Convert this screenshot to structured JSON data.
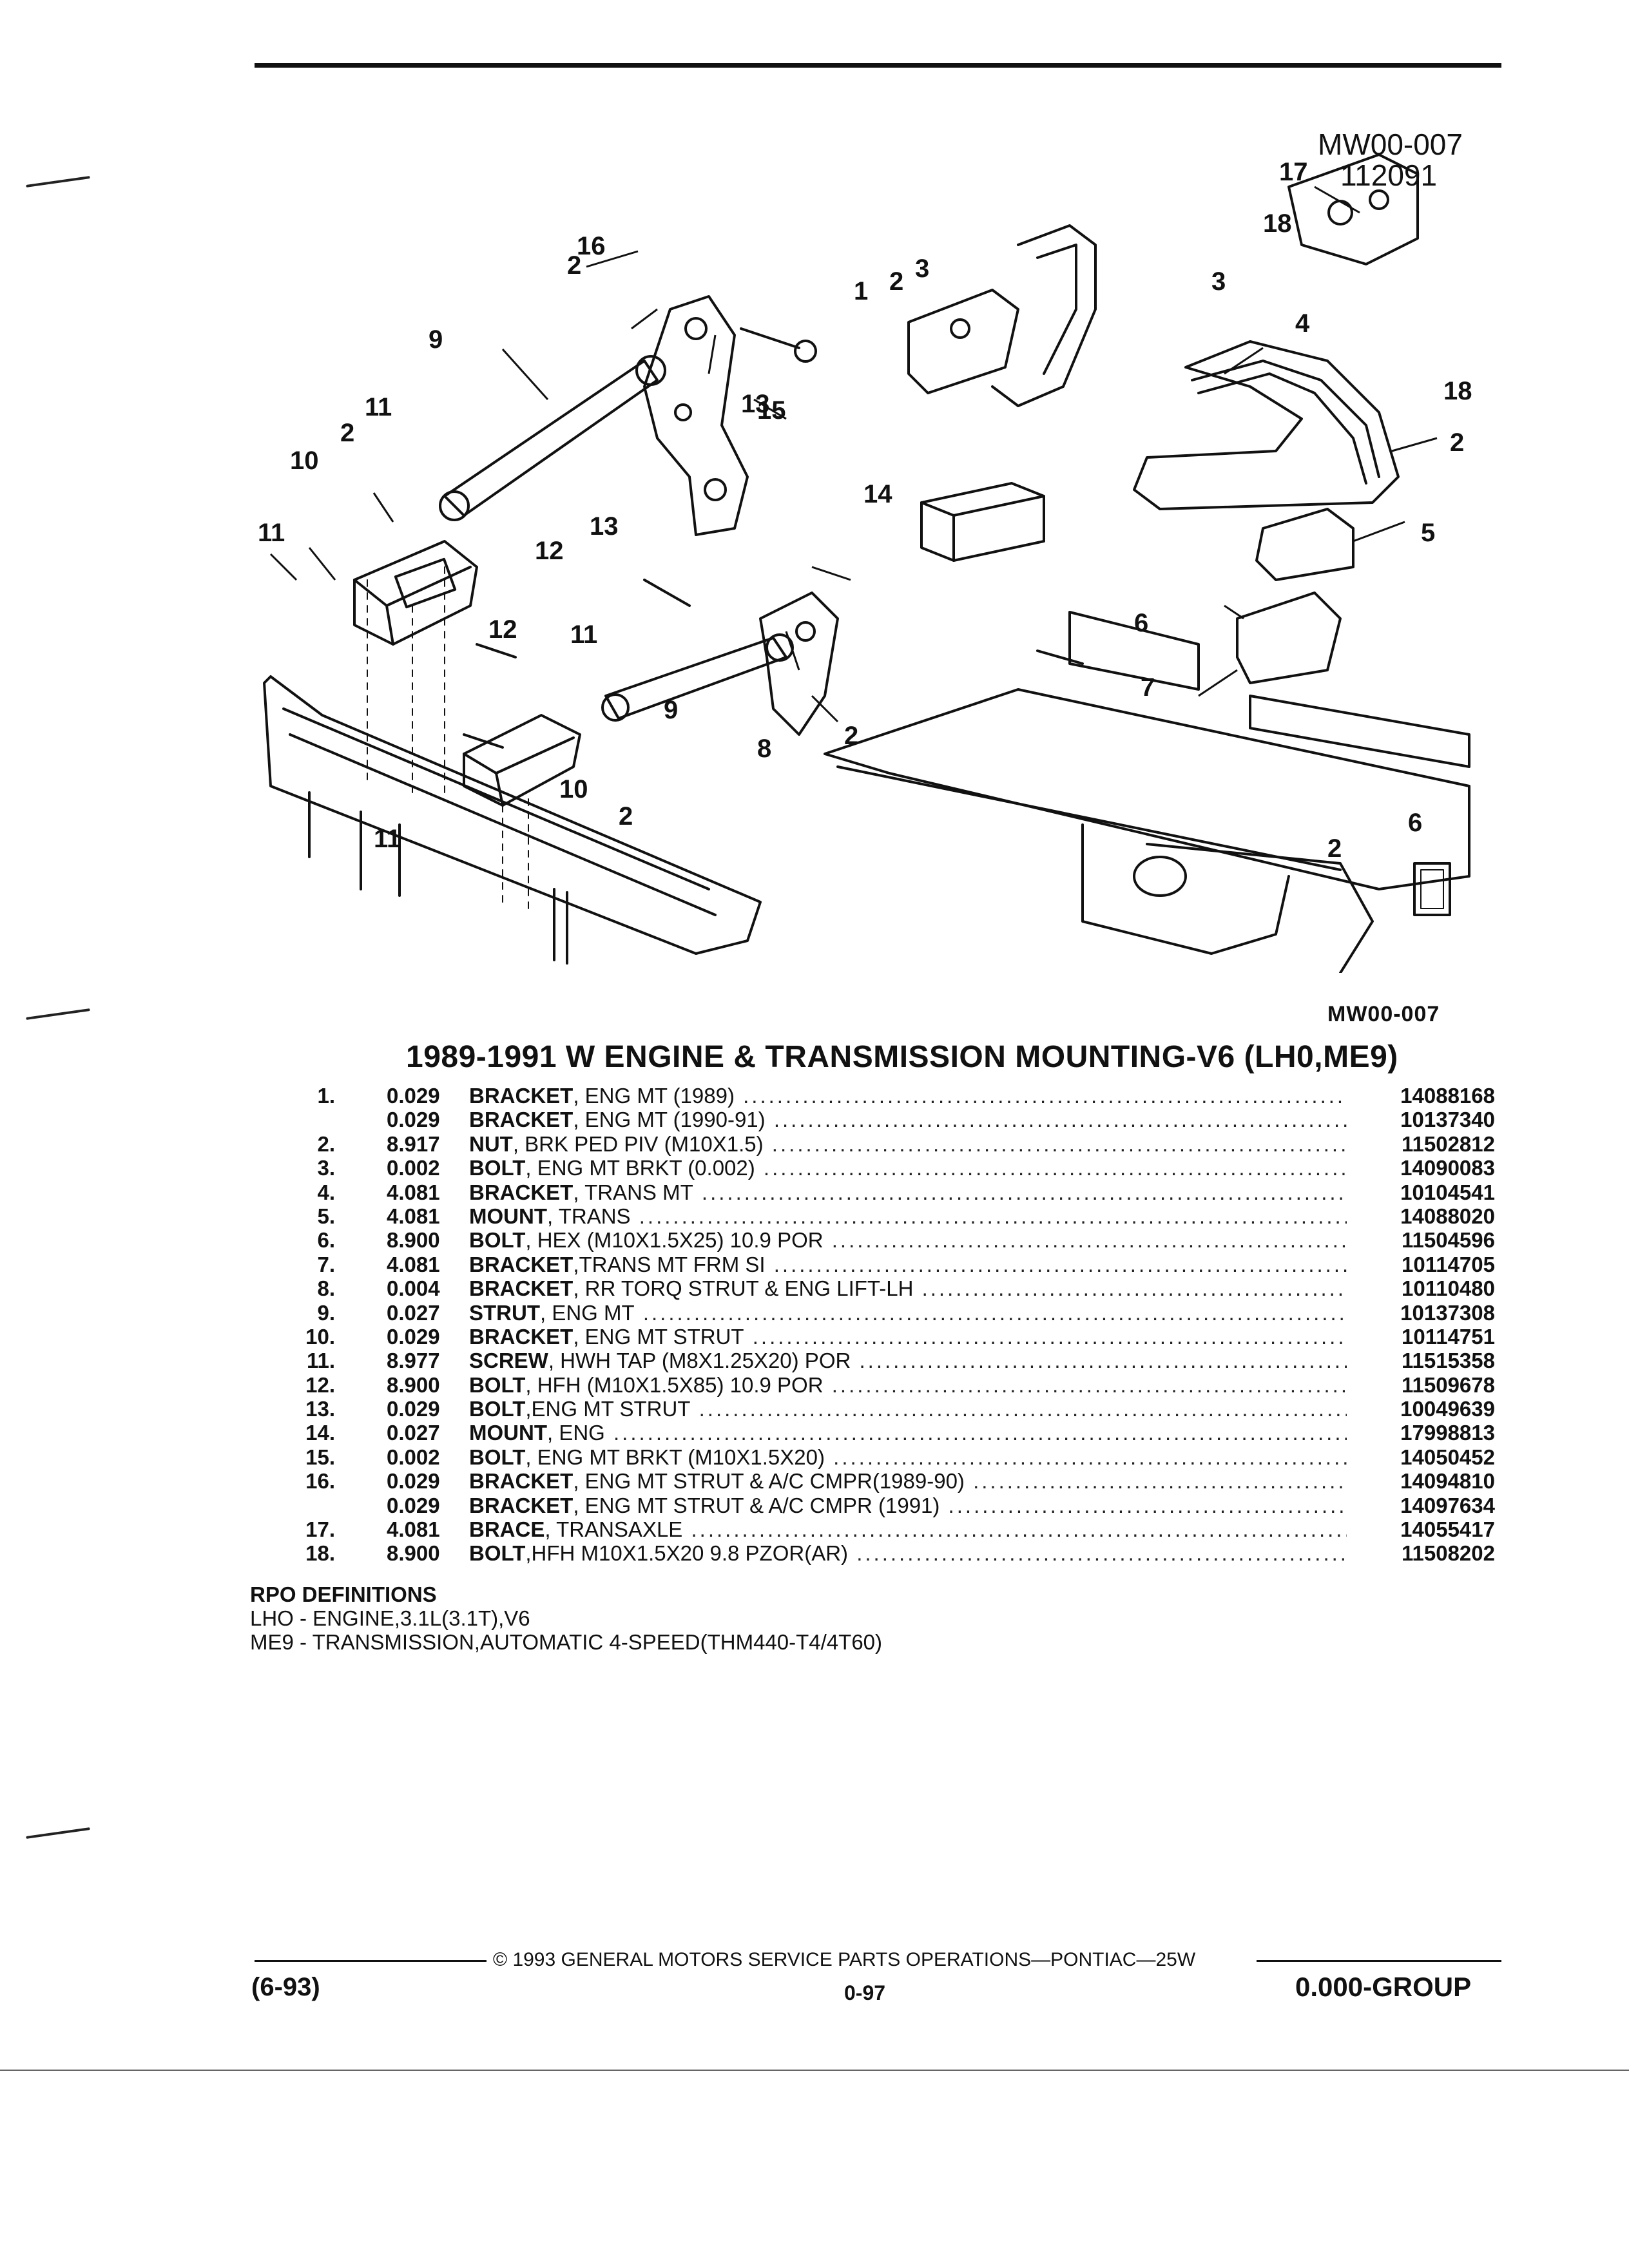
{
  "figure": {
    "id_line1": "MW00-007",
    "id_line2": "112091",
    "callouts": [
      "1",
      "2",
      "3",
      "4",
      "5",
      "6",
      "7",
      "8",
      "9",
      "10",
      "11",
      "12",
      "13",
      "14",
      "15",
      "16",
      "17",
      "18"
    ]
  },
  "reference_code": "MW00-007",
  "title": "1989-1991 W ENGINE & TRANSMISSION MOUNTING-V6 (LH0,ME9)",
  "parts": [
    {
      "num": "1.",
      "code": "0.029",
      "name": "BRACKET",
      "spec": ", ENG MT (1989)",
      "part_no": "14088168"
    },
    {
      "num": "",
      "code": "0.029",
      "name": "BRACKET",
      "spec": ", ENG MT (1990-91)",
      "part_no": "10137340"
    },
    {
      "num": "2.",
      "code": "8.917",
      "name": "NUT",
      "spec": ", BRK PED PIV (M10X1.5)",
      "part_no": "11502812"
    },
    {
      "num": "3.",
      "code": "0.002",
      "name": "BOLT",
      "spec": ", ENG MT BRKT (0.002)",
      "part_no": "14090083"
    },
    {
      "num": "4.",
      "code": "4.081",
      "name": "BRACKET",
      "spec": ", TRANS MT",
      "part_no": "10104541"
    },
    {
      "num": "5.",
      "code": "4.081",
      "name": "MOUNT",
      "spec": ", TRANS",
      "part_no": "14088020"
    },
    {
      "num": "6.",
      "code": "8.900",
      "name": "BOLT",
      "spec": ", HEX (M10X1.5X25) 10.9 POR",
      "part_no": "11504596"
    },
    {
      "num": "7.",
      "code": "4.081",
      "name": "BRACKET",
      "spec": ",TRANS MT FRM SI",
      "part_no": "10114705"
    },
    {
      "num": "8.",
      "code": "0.004",
      "name": "BRACKET",
      "spec": ", RR TORQ STRUT & ENG LIFT-LH",
      "part_no": "10110480"
    },
    {
      "num": "9.",
      "code": "0.027",
      "name": "STRUT",
      "spec": ", ENG MT",
      "part_no": "10137308"
    },
    {
      "num": "10.",
      "code": "0.029",
      "name": "BRACKET",
      "spec": ", ENG MT STRUT",
      "part_no": "10114751"
    },
    {
      "num": "11.",
      "code": "8.977",
      "name": "SCREW",
      "spec": ", HWH TAP (M8X1.25X20) POR",
      "part_no": "11515358"
    },
    {
      "num": "12.",
      "code": "8.900",
      "name": "BOLT",
      "spec": ", HFH (M10X1.5X85) 10.9 POR",
      "part_no": "11509678"
    },
    {
      "num": "13.",
      "code": "0.029",
      "name": "BOLT",
      "spec": ",ENG MT STRUT",
      "part_no": "10049639"
    },
    {
      "num": "14.",
      "code": "0.027",
      "name": "MOUNT",
      "spec": ", ENG",
      "part_no": "17998813"
    },
    {
      "num": "15.",
      "code": "0.002",
      "name": "BOLT",
      "spec": ", ENG MT BRKT (M10X1.5X20)",
      "part_no": "14050452"
    },
    {
      "num": "16.",
      "code": "0.029",
      "name": "BRACKET",
      "spec": ", ENG MT STRUT & A/C CMPR(1989-90)",
      "part_no": "14094810"
    },
    {
      "num": "",
      "code": "0.029",
      "name": "BRACKET",
      "spec": ", ENG MT STRUT & A/C CMPR (1991)",
      "part_no": "14097634"
    },
    {
      "num": "17.",
      "code": "4.081",
      "name": "BRACE",
      "spec": ", TRANSAXLE",
      "part_no": "14055417"
    },
    {
      "num": "18.",
      "code": "8.900",
      "name": "BOLT",
      "spec": ",HFH M10X1.5X20 9.8 PZOR(AR)",
      "part_no": "11508202"
    }
  ],
  "rpo": {
    "heading": "RPO DEFINITIONS",
    "lines": [
      "LHO - ENGINE,3.1L(3.1T),V6",
      "ME9 - TRANSMISSION,AUTOMATIC 4-SPEED(THM440-T4/4T60)"
    ]
  },
  "footer": {
    "copyright": "© 1993 GENERAL MOTORS SERVICE PARTS OPERATIONS—PONTIAC—25W",
    "date_code": "(6-93)",
    "page": "0-97",
    "group": "0.000-GROUP"
  }
}
